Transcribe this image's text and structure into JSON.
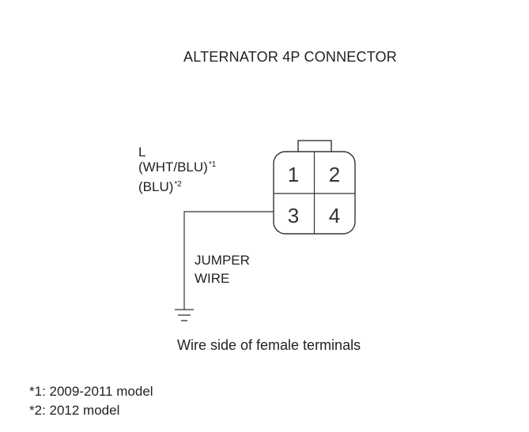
{
  "title": "ALTERNATOR 4P CONNECTOR",
  "wire": {
    "line1": "L",
    "line2": "(WHT/BLU)",
    "line2_note": "*1",
    "line3": "(BLU)",
    "line3_note": "*2"
  },
  "connector": {
    "pins": [
      "1",
      "2",
      "3",
      "4"
    ]
  },
  "jumper": {
    "line1": "JUMPER",
    "line2": "WIRE"
  },
  "caption": "Wire side of female terminals",
  "notes": [
    "*1: 2009-2011 model",
    "*2: 2012 model"
  ]
}
